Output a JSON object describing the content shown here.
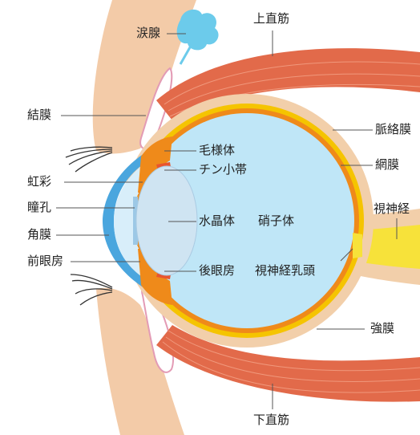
{
  "labels": {
    "lacrimal_gland": "涙腺",
    "superior_rectus": "上直筋",
    "conjunctiva": "結膜",
    "choroid": "脈絡膜",
    "ciliary_body": "毛様体",
    "retina": "網膜",
    "zonule": "チン小帯",
    "iris": "虹彩",
    "optic_nerve": "視神経",
    "pupil": "瞳孔",
    "lens": "水晶体",
    "vitreous": "硝子体",
    "cornea": "角膜",
    "anterior_chamber": "前眼房",
    "posterior_chamber": "後眼房",
    "optic_disc": "視神経乳頭",
    "sclera": "強膜",
    "inferior_rectus": "下直筋"
  },
  "colors": {
    "vitreous": "#bfe6f7",
    "lens": "#cfe4f2",
    "choroid": "#f5c400",
    "sclera": "#f2cfaa",
    "retina": "#ef8a1a",
    "muscle": "#e26a4a",
    "cornea": "#4aa6de",
    "eyelid": "#f3cba8",
    "lacrimal_gland": "#6ccbeb",
    "optic_nerve": "#f7e23a",
    "ciliary": "#e8552f",
    "leader_line": "#555555"
  }
}
